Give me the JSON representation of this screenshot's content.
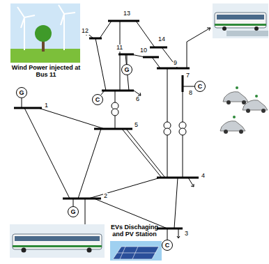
{
  "diagram": {
    "nodes": [
      {
        "text": [
          "G"
        ]
      },
      {
        "text": [
          "C"
        ]
      },
      {
        "text": [
          "G"
        ]
      },
      {
        "text": [
          "C"
        ]
      },
      {
        "text": [
          "G"
        ]
      },
      {
        "text": [
          "C"
        ]
      }
    ],
    "labels": [
      "Wind Power injected at Bus 11",
      "13",
      "12",
      "14",
      "11",
      "10",
      "9",
      "7",
      "8",
      "1",
      "6",
      "5",
      "4",
      "2",
      "3",
      "EVs Dischaging and PV Station"
    ]
  }
}
